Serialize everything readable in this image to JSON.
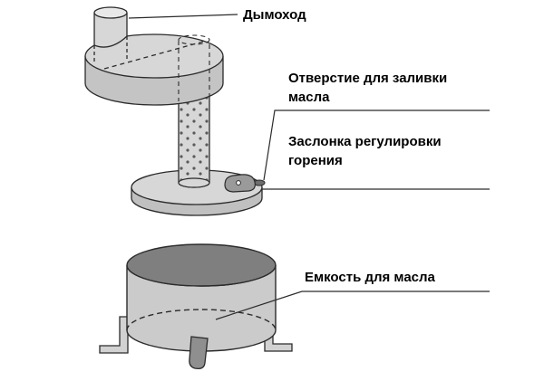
{
  "diagram": {
    "labels": {
      "chimney": "Дымоход",
      "oil_fill_line1": "Отверстие для заливки",
      "oil_fill_line2": "масла",
      "damper_line1": "Заслонка регулировки",
      "damper_line2": "горения",
      "tank": "Емкость для масла"
    },
    "colors": {
      "line": "#2b2b2b",
      "fill_light": "#d7d7d7",
      "fill_mid": "#c4c4c4",
      "fill_side": "#c0c0c0",
      "tank_top_dark": "#7f7f7f",
      "hole_dot": "#5a5a5a",
      "background": "#ffffff",
      "text": "#000000"
    }
  }
}
